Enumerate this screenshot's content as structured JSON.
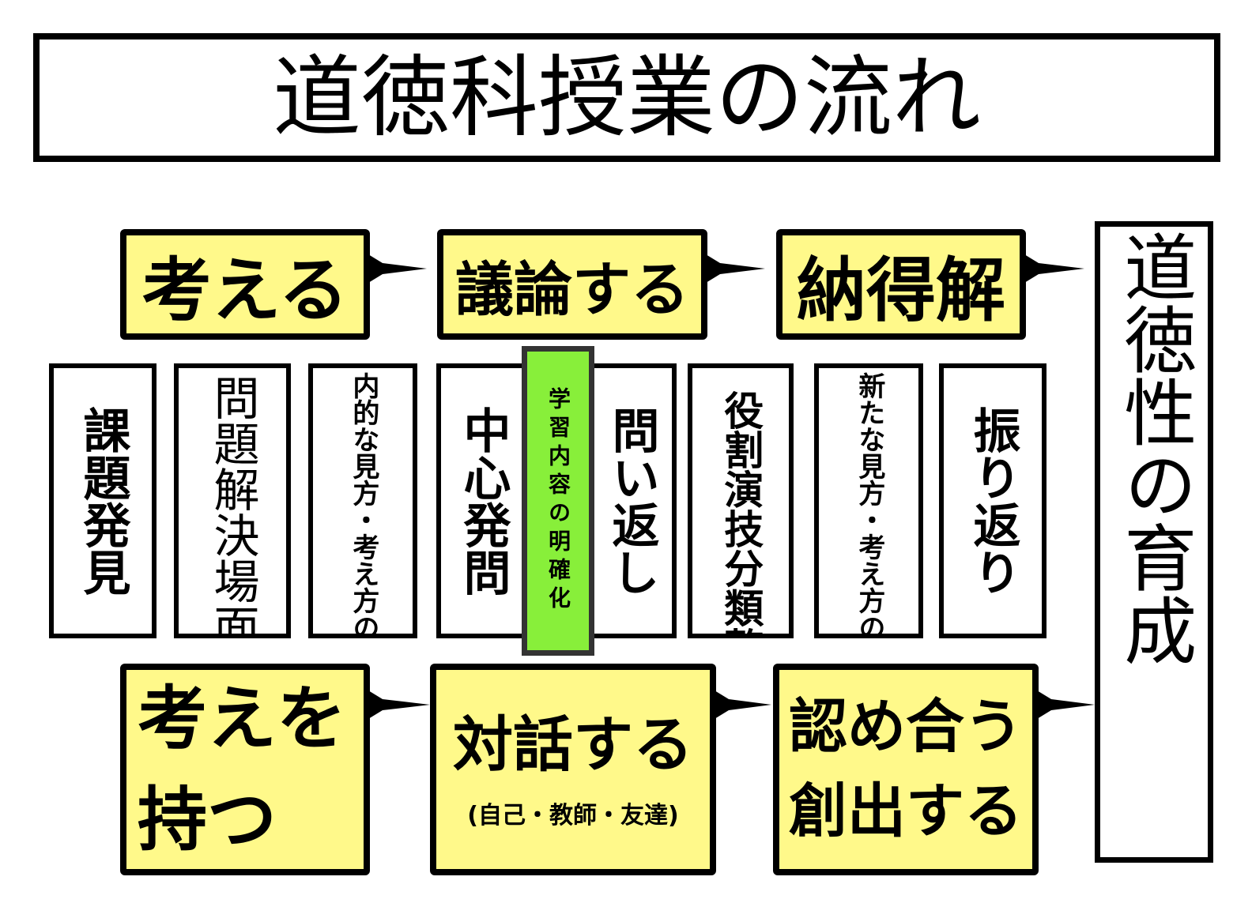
{
  "title": "道徳科授業の流れ",
  "top_flow": {
    "think": "考える",
    "discuss": "議論する",
    "understand": "納得解"
  },
  "middle_steps": {
    "issue_discovery": "課題発見",
    "problem_solving_scene": "問題解決場面",
    "inner_view": "内的な見方・考え方の表出",
    "central_question": "中心発問",
    "clarify_learning": "学習内容の明確化",
    "question_back": "問い返し",
    "role_play_classification": "役割演技分類整理",
    "new_view": "新たな見方・考え方の創出",
    "reflection": "振り返り"
  },
  "bottom_flow": {
    "have_ideas": [
      "考えを",
      "持つ"
    ],
    "dialogue": "対話する",
    "dialogue_note": "(自己・教師・友達)",
    "accept_create": [
      "認め合う",
      "創出する"
    ]
  },
  "result": "道徳性の育成"
}
